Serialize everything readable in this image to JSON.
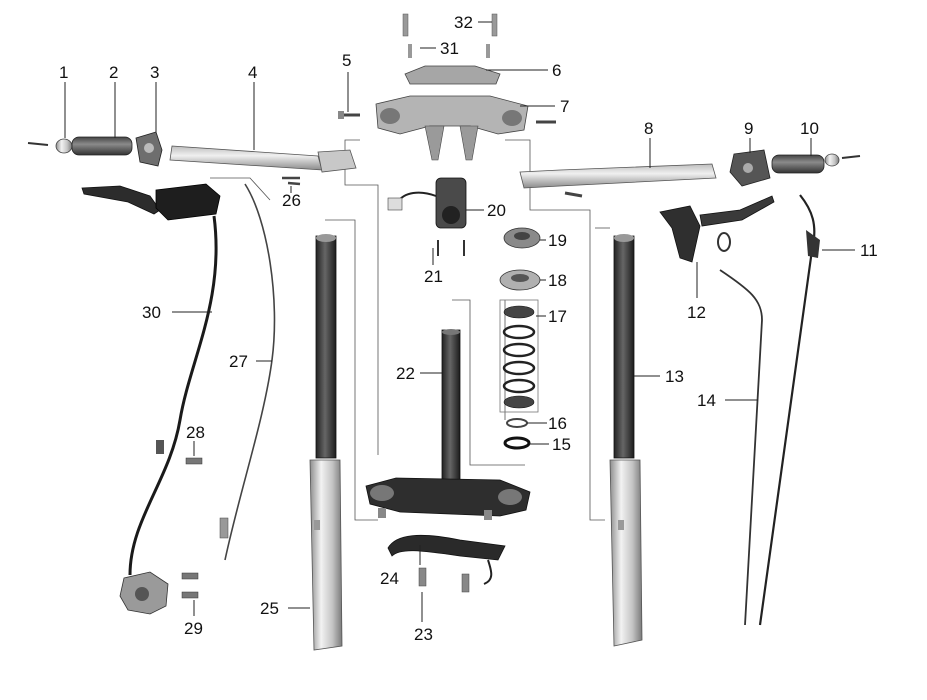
{
  "labels": [
    "1",
    "2",
    "3",
    "4",
    "5",
    "6",
    "7",
    "8",
    "9",
    "10",
    "11",
    "12",
    "13",
    "14",
    "15",
    "16",
    "17",
    "18",
    "19",
    "20",
    "21",
    "22",
    "23",
    "24",
    "25",
    "26",
    "27",
    "28",
    "29",
    "30",
    "31",
    "32"
  ],
  "colors": {
    "metal_light": "#d8d8d8",
    "metal_mid": "#9a9a9a",
    "metal_dark": "#3a3a3a",
    "rubber": "#2a2a2a",
    "grip": "#5a5a5a"
  }
}
